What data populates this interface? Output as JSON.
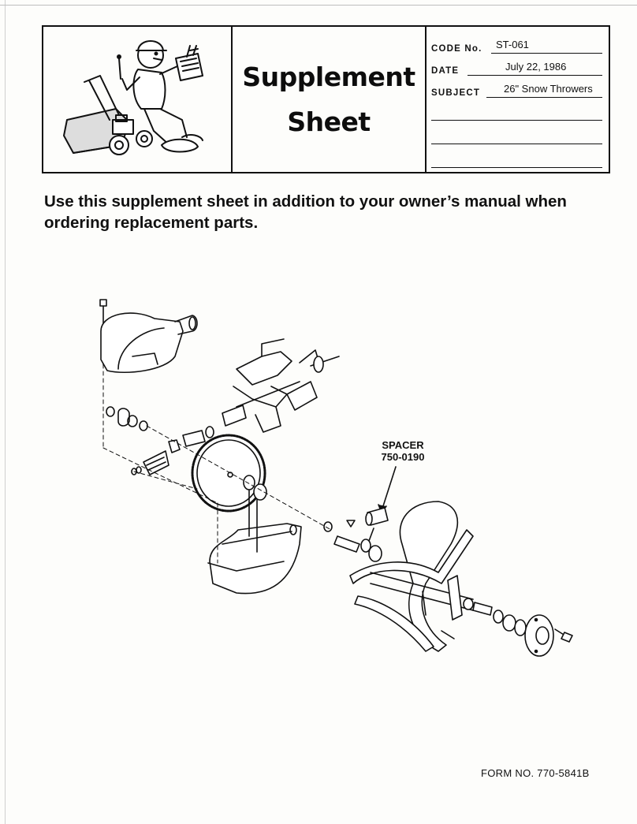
{
  "header": {
    "title_line1": "Supplement",
    "title_line2": "Sheet",
    "code_label": "CODE No.",
    "code_value": "ST-061",
    "date_label": "DATE",
    "date_value": "July 22, 1986",
    "subject_label": "SUBJECT",
    "subject_value": "26\" Snow Throwers"
  },
  "instructions": "Use this supplement sheet in addition to your owner’s manual when ordering replacement parts.",
  "diagram": {
    "callout_name": "SPACER",
    "callout_part": "750-0190"
  },
  "footer": {
    "form_number": "FORM NO. 770-5841B"
  }
}
